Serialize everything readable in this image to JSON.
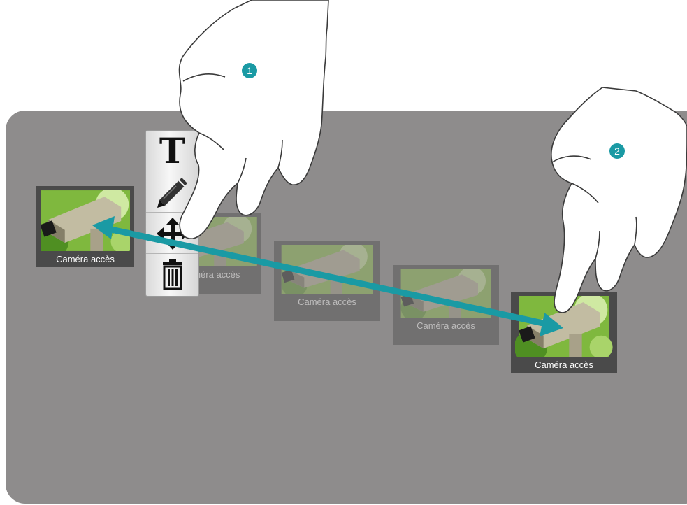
{
  "board": {
    "background_color": "#8e8c8c"
  },
  "tiles": {
    "source": {
      "caption": "Caméra accès"
    },
    "ghost1": {
      "caption": "Caméra accès"
    },
    "ghost2": {
      "caption": "Caméra accès"
    },
    "ghost3": {
      "caption": "Caméra accès"
    },
    "destination": {
      "caption": "Caméra accès"
    }
  },
  "toolbar": {
    "text_tool_glyph": "T",
    "draw_tool_icon": "pencil-icon",
    "move_tool_icon": "move-arrows-icon",
    "delete_tool_icon": "trash-icon"
  },
  "steps": {
    "step1": "1",
    "step2": "2"
  },
  "colors": {
    "arrow": "#1a9aa4",
    "badge": "#1a9aa4"
  }
}
